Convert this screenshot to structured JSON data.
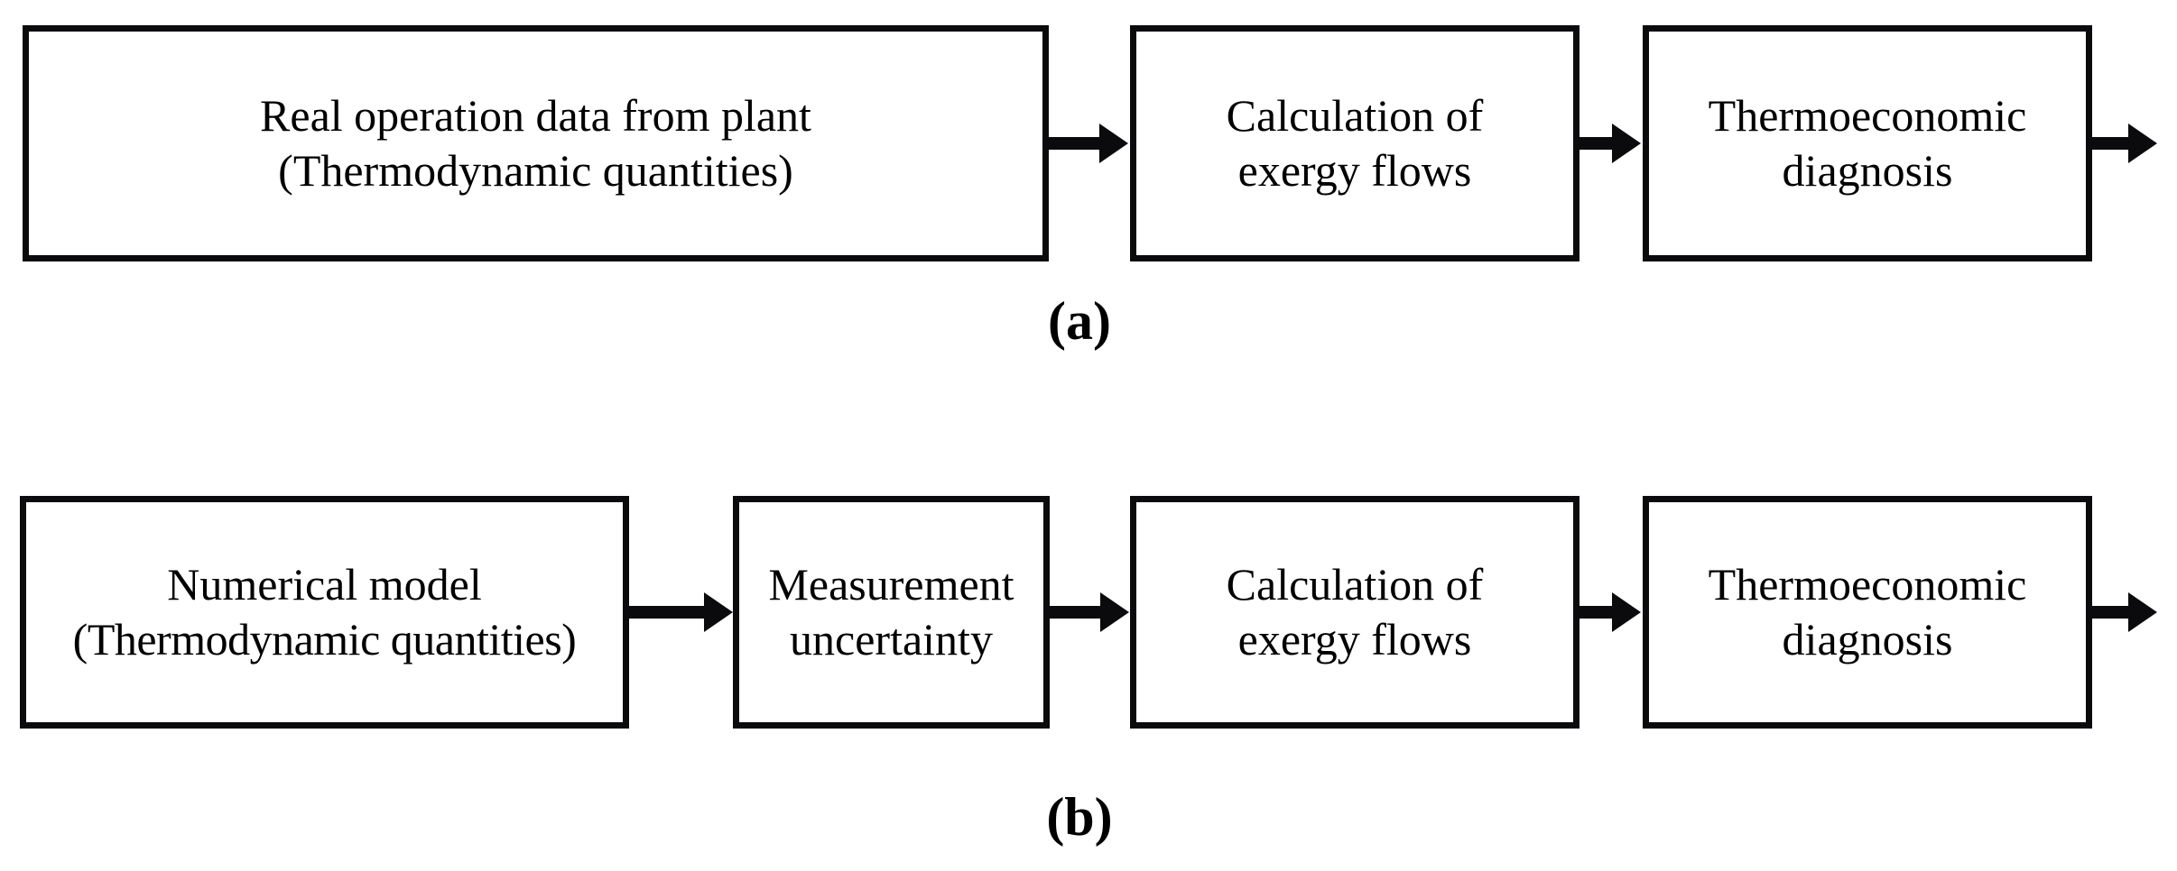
{
  "figure": {
    "panels": [
      {
        "caption": "(a)",
        "boxes": [
          {
            "name": "real-operation-data",
            "lines": [
              "Real operation data from plant",
              "(Thermodynamic quantities)"
            ]
          },
          {
            "name": "calculation-of-exergy-flows",
            "lines": [
              "Calculation of",
              "exergy flows"
            ]
          },
          {
            "name": "thermoeconomic-diagnosis",
            "lines": [
              "Thermoeconomic",
              "diagnosis"
            ]
          }
        ],
        "arrow_count": 3
      },
      {
        "caption": "(b)",
        "boxes": [
          {
            "name": "numerical-model",
            "lines": [
              "Numerical model",
              "(Thermodynamic quantities)"
            ]
          },
          {
            "name": "measurement-uncertainty",
            "lines": [
              "Measurement",
              "uncertainty"
            ]
          },
          {
            "name": "calculation-of-exergy-flows",
            "lines": [
              "Calculation of",
              "exergy flows"
            ]
          },
          {
            "name": "thermoeconomic-diagnosis",
            "lines": [
              "Thermoeconomic",
              "diagnosis"
            ]
          }
        ],
        "arrow_count": 4
      }
    ],
    "colors": {
      "stroke": "#0b0b0d",
      "background": "#ffffff",
      "text": "#000000"
    }
  }
}
